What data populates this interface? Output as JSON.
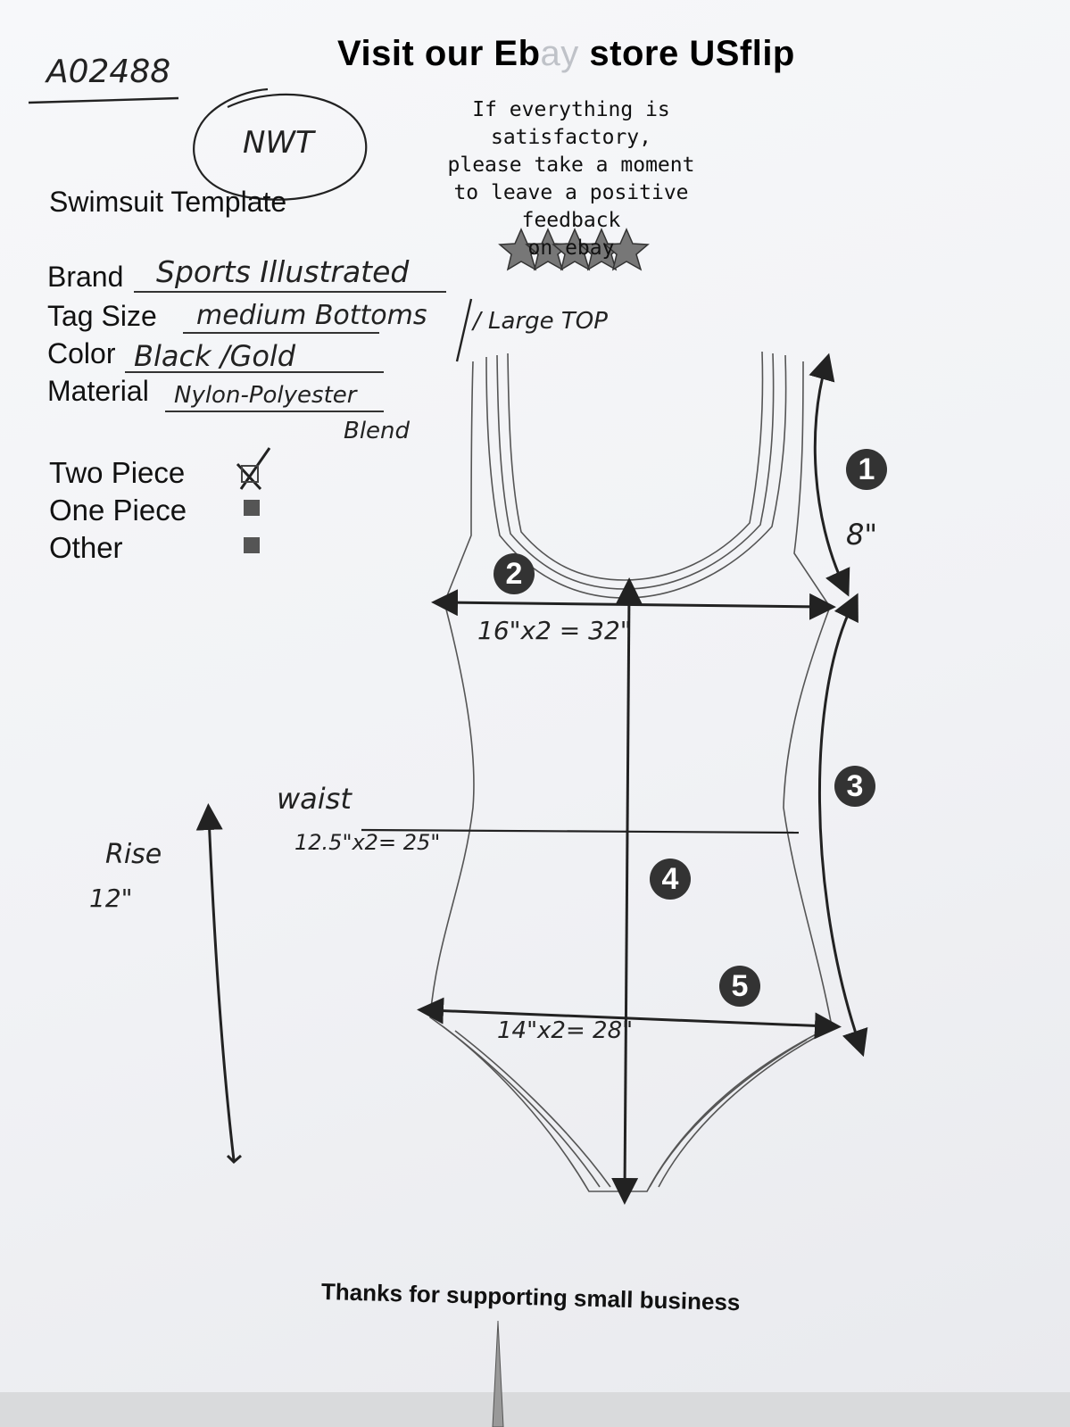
{
  "header": {
    "title_part1": "Visit our Eb",
    "title_faint": "ay",
    "title_part2": " store USflip",
    "feedback_lines": [
      "If everything is satisfactory,",
      "please take a moment",
      "to leave a positive feedback",
      "on ebay"
    ]
  },
  "handwritten": {
    "item_code": "A02488",
    "condition": "NWT"
  },
  "template_title": "Swimsuit Template",
  "fields": {
    "brand_label": "Brand",
    "brand_value": "Sports Illustrated",
    "size_label": "Tag Size",
    "size_value": "medium Bottoms",
    "size_value_extra": "/ Large TOP",
    "color_label": "Color",
    "color_value": "Black /Gold",
    "material_label": "Material",
    "material_value": "Nylon-Polyester",
    "material_value_2": "Blend"
  },
  "piece_options": [
    {
      "label": "Two Piece",
      "checked": true
    },
    {
      "label": "One Piece",
      "checked": false
    },
    {
      "label": "Other",
      "checked": false
    }
  ],
  "measurements": {
    "badge_1": "1",
    "badge_2": "2",
    "badge_3": "3",
    "badge_4": "4",
    "badge_5": "5",
    "strap_length": "8\"",
    "chest": "16\"x2 = 32\"",
    "waist_label": "waist",
    "waist": "12.5\"x2= 25\"",
    "hip": "14\"x2= 28\"",
    "rise_label": "Rise",
    "rise_value": "12\""
  },
  "footer": "Thanks for supporting small business",
  "colors": {
    "ink": "#222222",
    "badge": "#333333",
    "paper": "#f4f5f7"
  }
}
